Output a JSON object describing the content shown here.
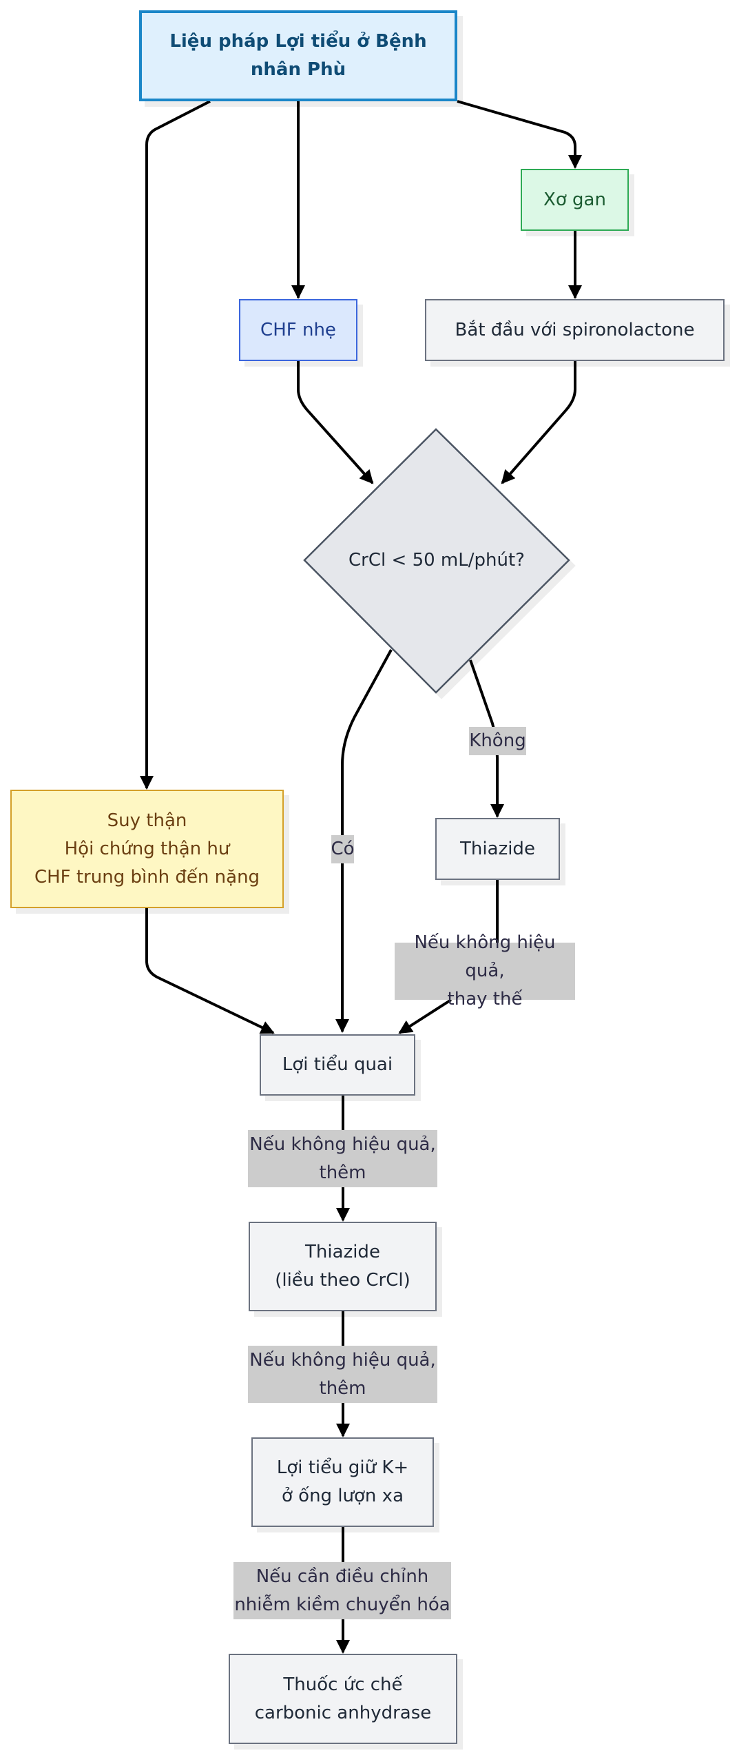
{
  "flowchart": {
    "nodes": {
      "start": "Liệu pháp Lợi tiểu ở Bệnh\nnhân Phù",
      "cirrhosis": "Xơ gan",
      "mild_chf": "CHF nhẹ",
      "spironolactone": "Bắt đầu với spironolactone",
      "crcl_decision": "CrCl < 50 mL/phút?",
      "renal_group": "Suy thận\nHội chứng thận hư\nCHF trung bình đến nặng",
      "thiazide": "Thiazide",
      "loop_diuretic": "Lợi tiểu quai",
      "thiazide_crcl": "Thiazide\n(liều theo CrCl)",
      "k_sparing": "Lợi tiểu giữ K+\nở ống lượn xa",
      "carbonic_anhydrase": "Thuốc ức chế\ncarbonic anhydrase"
    },
    "edge_labels": {
      "yes": "Có",
      "no": "Không",
      "replace": "Nếu không hiệu quả,\nthay thế",
      "add1": "Nếu không hiệu quả,\nthêm",
      "add2": "Nếu không hiệu quả,\nthêm",
      "alkalosis": "Nếu cần điều chỉnh\nnhiễm kiềm chuyển hóa"
    },
    "colors": {
      "start_fill": "#dff0fd",
      "start_border": "#1a86c8",
      "cirrhosis_fill": "#dcf8e6",
      "mild_chf_fill": "#dbe8fd",
      "renal_fill": "#fef7c3",
      "default_fill": "#f2f3f5",
      "edge_label_bg": "#cccccc",
      "edge": "#000000"
    }
  }
}
